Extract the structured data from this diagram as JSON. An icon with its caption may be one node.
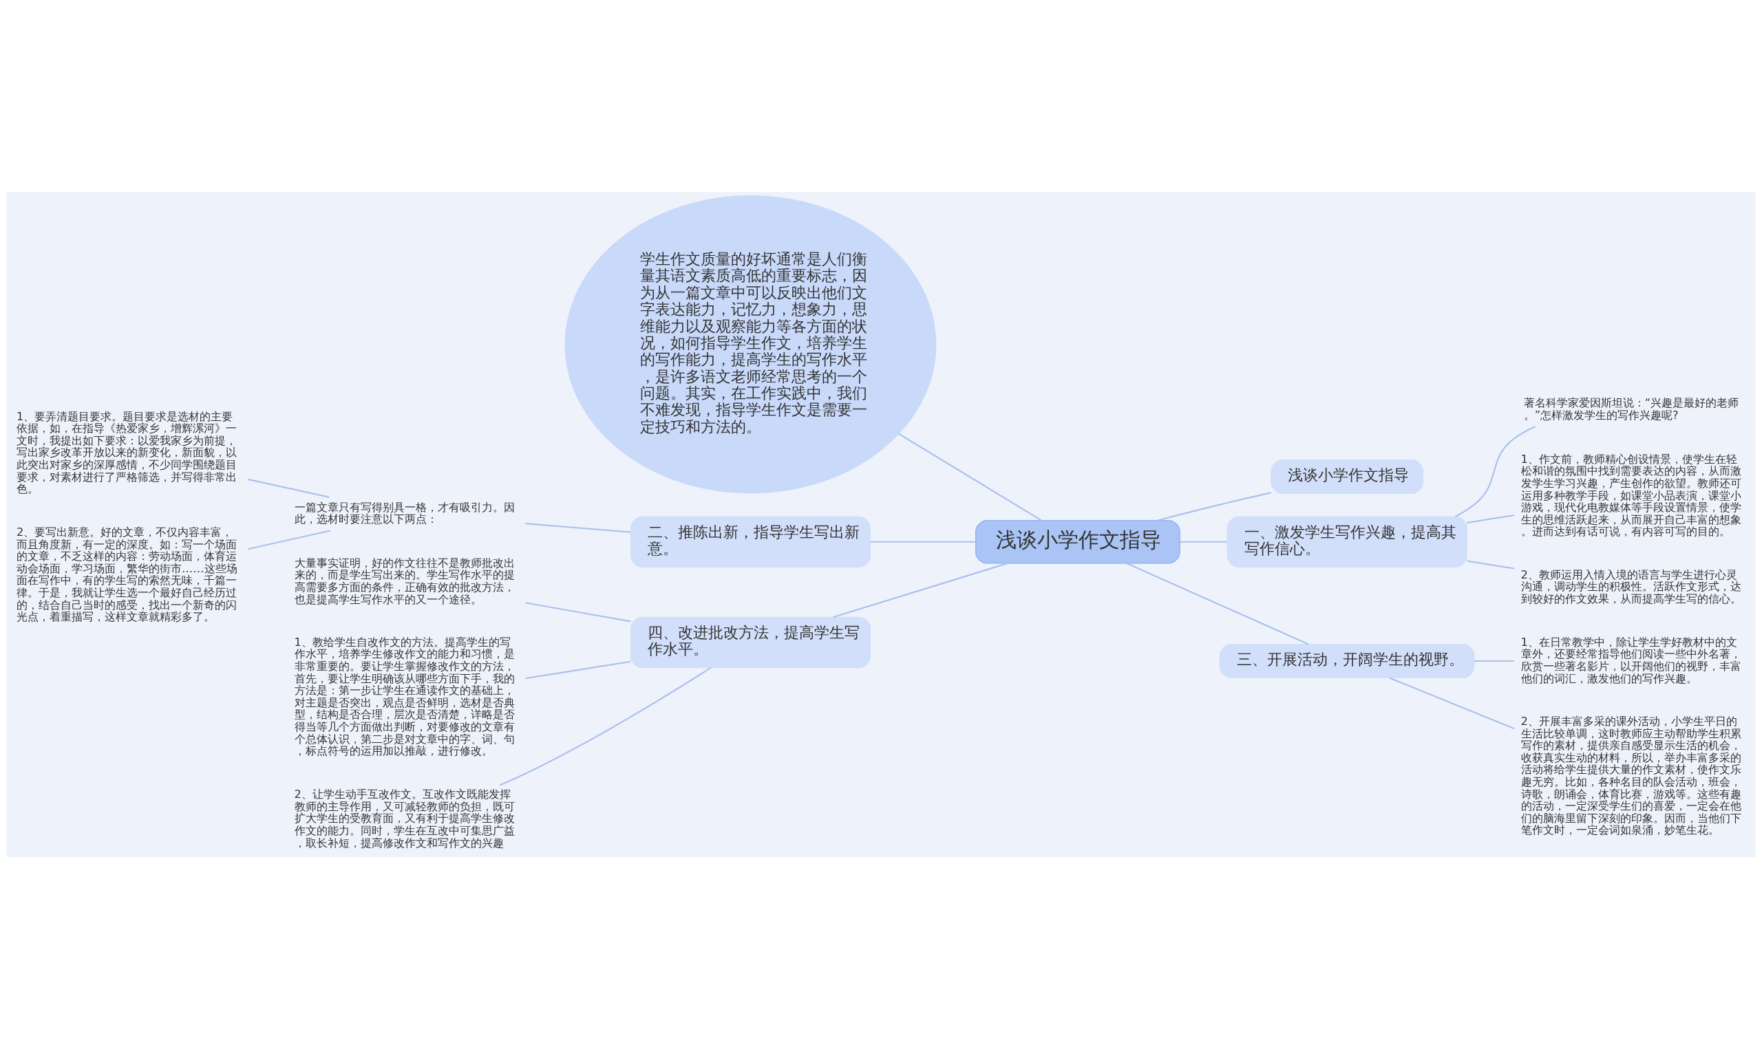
{
  "diagram": {
    "nodes": [
      {
        "text": [
          "浅谈小学作文指导"
        ]
      },
      {
        "text": [
          "学生作文质量的好坏通常是人们衡量其语文素质高低的重要标志，因为从一篇文章中可以反映出他们文字表达能力，记忆力，想象力，思维能力以及观察能力等各方面的状况，如何指导学生作文，培养学生的写作能力，提高学生的写作水平，是许多语文老师经常思考的一个问题。其实，在工作实践中，我们不难发现，指导学生作文是需要一定技巧和方法的。"
        ]
      },
      {
        "text": [
          "浅谈小学作文指导"
        ]
      },
      {
        "text": [
          "一、激发学生写作兴趣，提高其写作信心。"
        ]
      },
      {
        "text": [
          "著名科学家爱因斯坦说：“兴趣是最好的老师。”怎样激发学生的写作兴趣呢?"
        ]
      },
      {
        "text": [
          "1、作文前，教师精心创设情景，使学生在轻松和谐的氛围中找到需要表达的内容，从而激发学生学习兴趣，产生创作的欲望。教师还可运用多种教学手段，如课堂小品表演，课堂小游戏，现代化电教媒体等手段设置情景，使学生的思维活跃起来，从而展开自己丰富的想象。进而达到有话可说，有内容可写的目的。"
        ]
      },
      {
        "text": [
          "2、教师运用入情入境的语言与学生进行心灵沟通，调动学生的积极性。活跃作文形式，达到较好的作文效果，从而提高学生写的信心。"
        ]
      },
      {
        "text": [
          "三、开展活动，开阔学生的视野。"
        ]
      },
      {
        "text": [
          "1、在日常教学中，除让学生学好教材中的文章外，还要经常指导他们阅读一些中外名著，欣赏一些著名影片，以开阔他们的视野，丰富他们的词汇，激发他们的写作兴趣。"
        ]
      },
      {
        "text": [
          "2、开展丰富多采的课外活动，小学生平日的生活比较单调，这时教师应主动帮助学生积累写作的素材，提供亲自感受显示生活的机会，收获真实生动的材料，所以，举办丰富多采的活动将给学生提供大量的作文素材，使作文乐趣无穷。比如，各种名目的队会活动，班会，诗歌，朗诵会，体育比赛，游戏等。这些有趣的活动，一定深受学生们的喜爱，一定会在他们的脑海里留下深刻的印象。因而，当他们下笔作文时，一定会词如泉涌，妙笔生花。"
        ]
      },
      {
        "text": [
          "二、推陈出新，指导学生写出新意。"
        ]
      },
      {
        "text": [
          "一篇文章只有写得别具一格，才有吸引力。因此，选材时要注意以下两点："
        ]
      },
      {
        "text": [
          "1、要弄清题目要求。题目要求是选材的主要依据，如，在指导《热爱家乡，增辉漯河》一文时，我提出如下要求：以爱我家乡为前提，写出家乡改革开放以来的新变化，新面貌，以此突出对家乡的深厚感情，不少同学围绕题目要求，对素材进行了严格筛选，并写得非常出色。"
        ]
      },
      {
        "text": [
          "2、要写出新意。好的文章，不仅内容丰富，而且角度新，有一定的深度。如：写一个场面的文章，不乏这样的内容：劳动场面，体育运动会场面，学习场面，繁华的街市……这些场面在写作中，有的学生写的索然无味，千篇一律。于是，我就让学生选一个最好自己经历过的，结合自己当时的感受，找出一个新奇的闪光点，着重描写，这样文章就精彩多了。"
        ]
      },
      {
        "text": [
          "四、改进批改方法，提高学生写作水平。"
        ]
      },
      {
        "text": [
          "大量事实证明，好的作文往往不是教师批改出来的，而是学生写出来的。学生写作水平的提高需要多方面的条件，正确有效的批改方法，也是提高学生写作水平的又一个途径。"
        ]
      },
      {
        "text": [
          "1、教给学生自改作文的方法。提高学生的写作水平，培养学生修改作文的能力和习惯，是非常重要的。要让学生掌握修改作文的方法，首先，要让学生明确该从哪些方面下手，我的方法是：第一步让学生在通读作文的基础上，对主题是否突出，观点是否鲜明，选材是否典型，结构是否合理，层次是否清楚，详略是否得当等几个方面做出判断，对要修改的文章有个总体认识，第二步是对文章中的字、词、句，标点符号的运用加以推敲，进行修改。"
        ]
      },
      {
        "text": [
          "2、让学生动手互改作文。互改作文既能发挥教师的主导作用，又可减轻教师的负担，既可扩大学生的受教育面，又有利于提高学生修改作文的能力。同时，学生在互改中可集思广益，取长补短，提高修改作文和写作文的兴趣"
        ]
      }
    ],
    "edges": [
      {
        "from": 0,
        "to": 1,
        "arrow": "none"
      },
      {
        "from": 0,
        "to": 2,
        "arrow": "none"
      },
      {
        "from": 0,
        "to": 3,
        "arrow": "none"
      },
      {
        "from": 3,
        "to": 4,
        "arrow": "none"
      },
      {
        "from": 3,
        "to": 5,
        "arrow": "none"
      },
      {
        "from": 3,
        "to": 6,
        "arrow": "none"
      },
      {
        "from": 0,
        "to": 7,
        "arrow": "none"
      },
      {
        "from": 7,
        "to": 8,
        "arrow": "none"
      },
      {
        "from": 7,
        "to": 9,
        "arrow": "none"
      },
      {
        "from": 0,
        "to": 10,
        "arrow": "none"
      },
      {
        "from": 10,
        "to": 11,
        "arrow": "none"
      },
      {
        "from": 11,
        "to": 12,
        "arrow": "none"
      },
      {
        "from": 11,
        "to": 13,
        "arrow": "none"
      },
      {
        "from": 0,
        "to": 14,
        "arrow": "none"
      },
      {
        "from": 14,
        "to": 15,
        "arrow": "none"
      },
      {
        "from": 14,
        "to": 16,
        "arrow": "none"
      },
      {
        "from": 14,
        "to": 17,
        "arrow": "none"
      }
    ]
  }
}
